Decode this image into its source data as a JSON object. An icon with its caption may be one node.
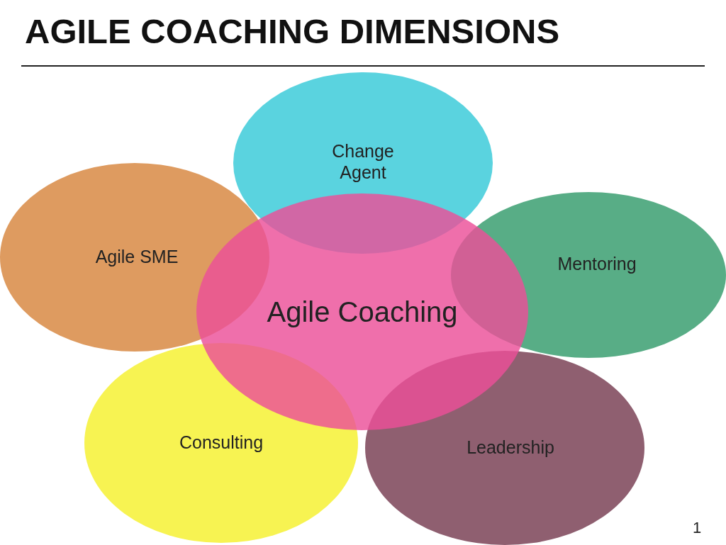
{
  "diagram": {
    "title": "AGILE COACHING DIMENSIONS",
    "nodes": [
      {
        "text": [
          "Change Agent"
        ]
      },
      {
        "text": [
          "Agile SME"
        ]
      },
      {
        "text": [
          "Mentoring"
        ]
      },
      {
        "text": [
          "Agile Coaching"
        ]
      },
      {
        "text": [
          "Consulting"
        ]
      },
      {
        "text": [
          "Leadership"
        ]
      }
    ],
    "edges": [],
    "labels": [
      "1"
    ]
  }
}
